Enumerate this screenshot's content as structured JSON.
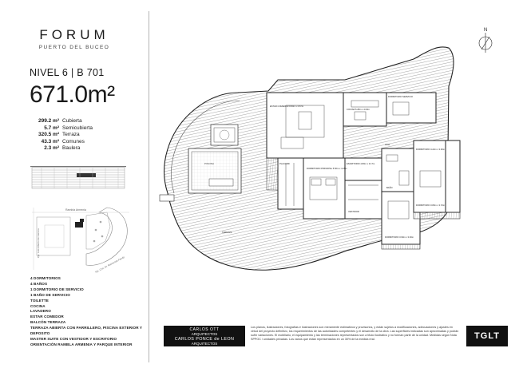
{
  "brand": {
    "name": "FORUM",
    "subtitle": "PUERTO DEL BUCEO"
  },
  "unit": {
    "title": "NIVEL 6 | B 701",
    "total_area": "671.0m²"
  },
  "areas": [
    {
      "value": "299.2 m²",
      "label": "Cubierta"
    },
    {
      "value": "5.7 m²",
      "label": "Semicubierta"
    },
    {
      "value": "320.5 m²",
      "label": "Terraza"
    },
    {
      "value": "43.3 m²",
      "label": "Comunes"
    },
    {
      "value": "2.3 m²",
      "label": "Baulera"
    }
  ],
  "site_map": {
    "street_top": "Rambla Armenia",
    "street_left": "Pje. Luis Alberto de Herrera",
    "street_right": "Pje. Cno. Dr. Raimundo Pando"
  },
  "features": [
    "4 DORMITORIOS",
    "4 BAÑOS",
    "1 DORMITORIO DE SERVICIO",
    "1 BAÑO DE SERVICIO",
    "TOILETTE",
    "COCINA",
    "LAVADERO",
    "ESTAR COMEDOR",
    "BALCÓN TERRAZA",
    "TERRAZA ABIERTA CON PARRILLERO, PISCINA EXTERIOR Y DEPOSITO",
    "MASTER SUITE CON VESTIDOR Y ESCRITORIO",
    "ORIENTACIÓN RAMBLA ARMENIA Y PARQUE INTERIOR"
  ],
  "plan_labels": {
    "estar": "ESTAR COMEDOR 8.80m x 6.87m",
    "cocina": "COCINA 5.28m x 4.03m",
    "dorm_serv": "DORMITORIO SERVICIO",
    "piscina": "PISCINA",
    "placard": "PLACARD",
    "vestidor": "VESTIDOR",
    "escritorio": "ESCRITORIO 4.80m x 3.17m",
    "master": "DORMITORIO PRINCIPAL 5.50m x 4.25m",
    "bano": "BAÑO",
    "dorm_a": "DORMITORIO 3.90m x 3.30m",
    "dorm_b": "DORMITORIO 4.22m x 3.30m",
    "dorm_c": "DORMITORIO 3.80m x 3.72m",
    "hall": "HALL",
    "terr": "TERRAZA"
  },
  "credits": {
    "line1": "CARLOS OTT",
    "line2": "ARQUITECTOS",
    "line3": "CARLOS PONCE de LEON",
    "line4": "ARQUITECTOS"
  },
  "disclaimer": "Los planos, ilustraciones, fotografías e ilustraciones son meramente estimativos y provisorios, y están sujetos a modificaciones, adecuaciones y ajustes en virtud del proyecto definitivo, los requerimientos de las autoridades competentes y el desarrollo de la obra. Las superficies indicadas son aproximadas y podrán sufrir variaciones. El mobiliario, el equipamiento y las terminaciones representados son a título ilustrativo y no forman parte de la unidad. Medidas según Nota SPPOC / unidades privadas. Los vanos que están representados en un 30% de la medida real.",
  "logo": "TGLT"
}
